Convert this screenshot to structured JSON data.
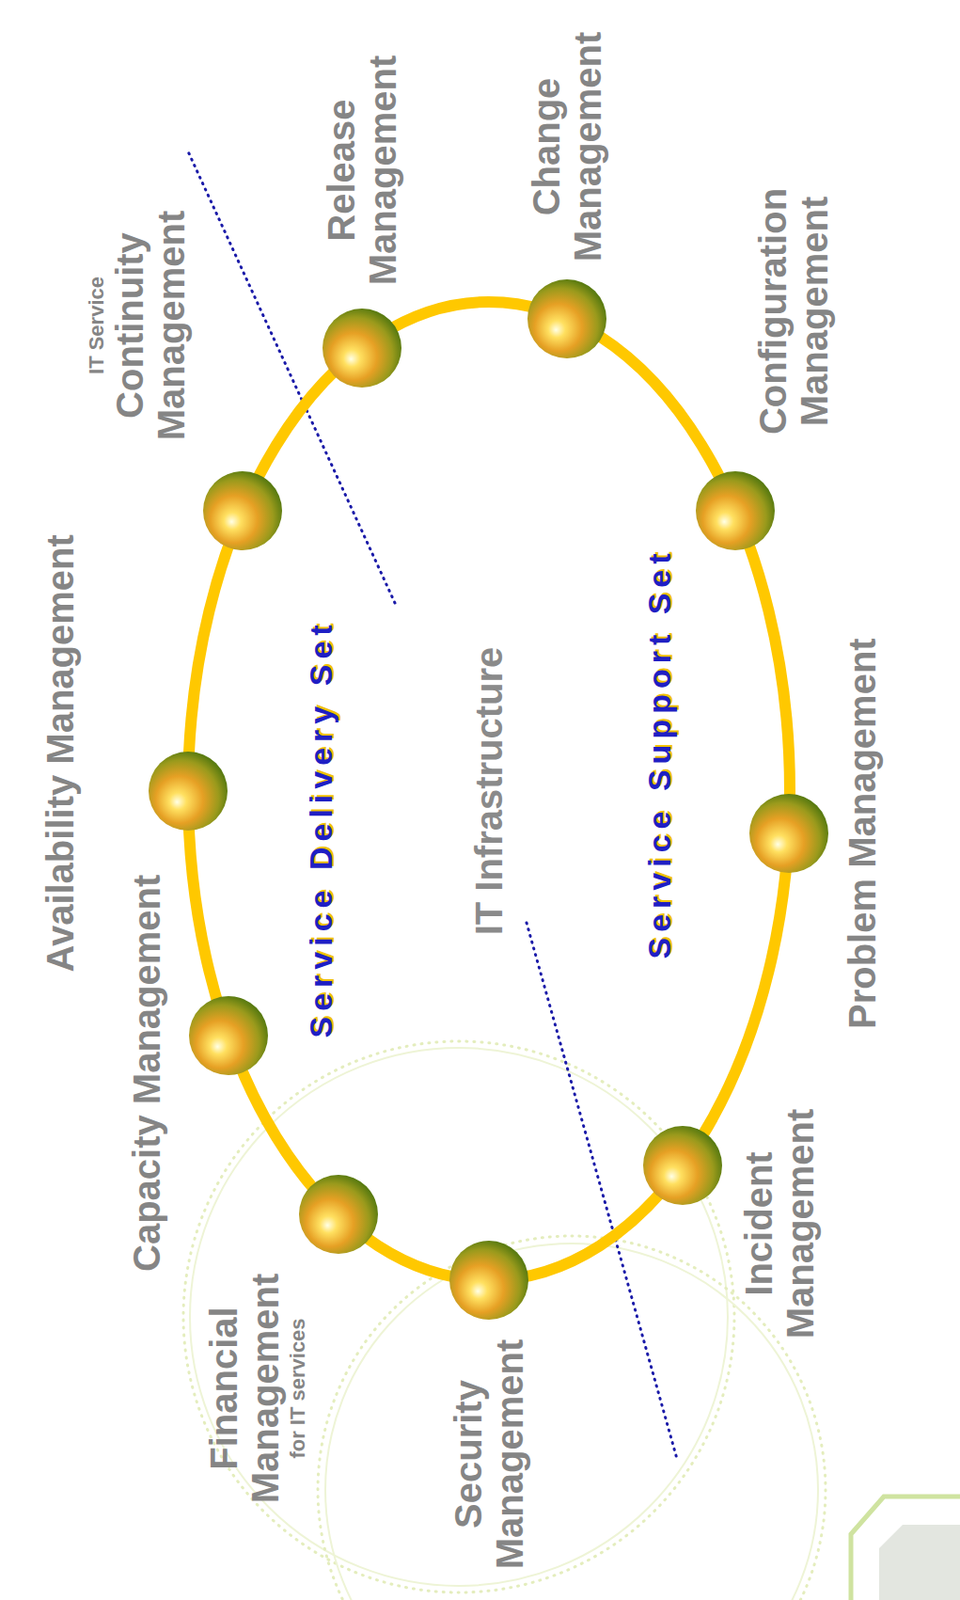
{
  "diagram": {
    "nodes": [
      {
        "text": [
          "IT Infrastructure"
        ]
      },
      {
        "text": [
          "Release Management"
        ]
      },
      {
        "text": [
          "Change Management"
        ]
      },
      {
        "text": [
          "Configuration Management"
        ]
      },
      {
        "text": [
          "Problem Management"
        ]
      },
      {
        "text": [
          "Incident Management"
        ]
      },
      {
        "text": [
          "Security Management"
        ]
      },
      {
        "text": [
          "Financial Management",
          "for IT services"
        ]
      },
      {
        "text": [
          "Capacity Management"
        ]
      },
      {
        "text": [
          "Availability Management"
        ]
      },
      {
        "text": [
          "IT Service",
          "Continuity Management"
        ]
      }
    ],
    "labels": [
      "Service Delivery Set",
      "Service Support Set"
    ]
  }
}
